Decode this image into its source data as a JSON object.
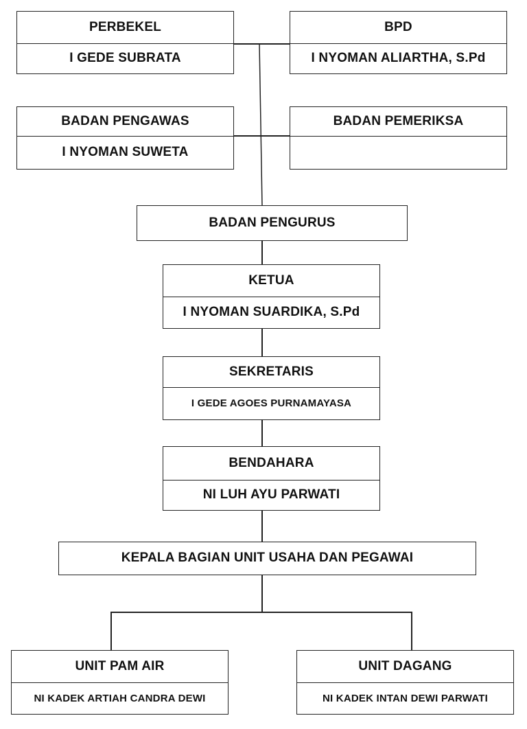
{
  "perbekel": {
    "title": "PERBEKEL",
    "name": "I GEDE SUBRATA"
  },
  "bpd": {
    "title": "BPD",
    "name": "I NYOMAN ALIARTHA, S.Pd"
  },
  "badan_pengawas": {
    "title": "BADAN PENGAWAS",
    "name": "I NYOMAN SUWETA"
  },
  "badan_pemeriksa": {
    "title": "BADAN PEMERIKSA",
    "name": ""
  },
  "badan_pengurus": {
    "title": "BADAN PENGURUS"
  },
  "ketua": {
    "title": "KETUA",
    "name": "I NYOMAN SUARDIKA, S.Pd"
  },
  "sekretaris": {
    "title": "SEKRETARIS",
    "name": "I GEDE AGOES PURNAMAYASA"
  },
  "bendahara": {
    "title": "BENDAHARA",
    "name": "NI LUH AYU PARWATI"
  },
  "kepala_bagian": {
    "title": "KEPALA BAGIAN UNIT USAHA DAN PEGAWAI"
  },
  "unit_pam_air": {
    "title": "UNIT PAM AIR",
    "name": "NI KADEK ARTIAH CANDRA DEWI"
  },
  "unit_dagang": {
    "title": "UNIT DAGANG",
    "name": "NI KADEK INTAN DEWI PARWATI"
  }
}
